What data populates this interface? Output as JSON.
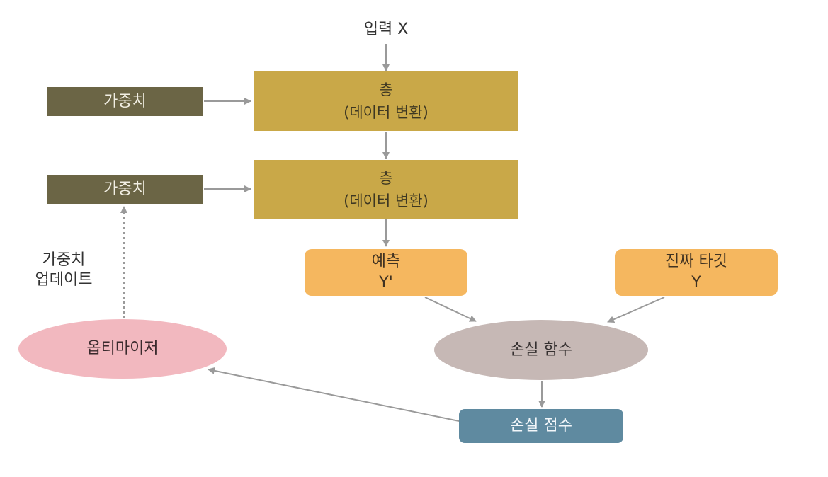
{
  "input": {
    "label": "입력 X"
  },
  "layers": [
    {
      "title": "층",
      "subtitle": "(데이터 변환)"
    },
    {
      "title": "층",
      "subtitle": "(데이터 변환)"
    }
  ],
  "weights": [
    {
      "label": "가중치"
    },
    {
      "label": "가중치"
    }
  ],
  "prediction": {
    "line1": "예측",
    "line2": "Y'"
  },
  "target": {
    "line1": "진짜 타깃",
    "line2": "Y"
  },
  "loss_function": {
    "label": "손실 함수"
  },
  "loss_score": {
    "label": "손실 점수"
  },
  "optimizer": {
    "label": "옵티마이저"
  },
  "weight_update": {
    "line1": "가중치",
    "line2": "업데이트"
  },
  "colors": {
    "weight_box": "#6b6545",
    "layer_box": "#c9a848",
    "prediction_box": "#f5b75f",
    "optimizer_ellipse": "#f2b8bf",
    "loss_ellipse": "#c6b8b5",
    "score_box": "#5f8aa0",
    "arrow": "#9a9a9a"
  }
}
